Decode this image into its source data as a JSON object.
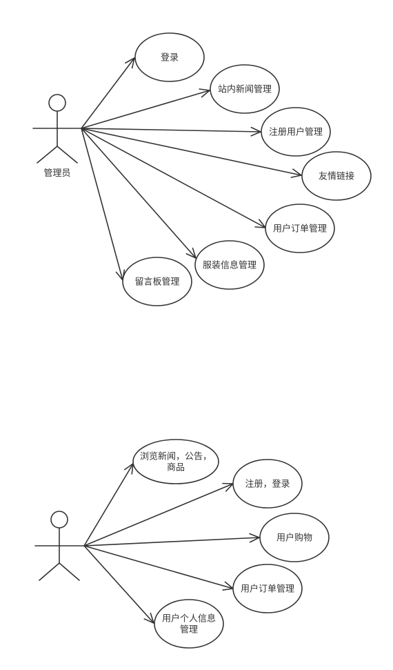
{
  "admin_actor": {
    "label": "管理员"
  },
  "admin_usecases": [
    {
      "lines": [
        "登录"
      ]
    },
    {
      "lines": [
        "站内新闻管理"
      ]
    },
    {
      "lines": [
        "注册用户管理"
      ]
    },
    {
      "lines": [
        "友情链接"
      ]
    },
    {
      "lines": [
        "用户订单管理"
      ]
    },
    {
      "lines": [
        "服装信息管理"
      ]
    },
    {
      "lines": [
        "留言板管理"
      ]
    }
  ],
  "user_actor": {
    "label": ""
  },
  "user_usecases": [
    {
      "lines": [
        "浏览新闻，公告，",
        "商品"
      ]
    },
    {
      "lines": [
        "注册，登录"
      ]
    },
    {
      "lines": [
        "用户购物"
      ]
    },
    {
      "lines": [
        "用户订单管理"
      ]
    },
    {
      "lines": [
        "用户个人信息",
        "管理"
      ]
    }
  ]
}
